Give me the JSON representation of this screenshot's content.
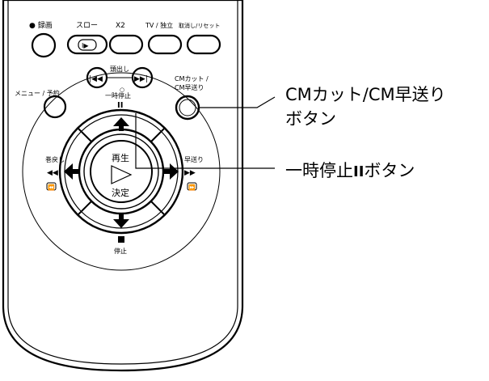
{
  "remote": {
    "top_buttons": [
      {
        "label": "● 録画"
      },
      {
        "label": "スロー"
      },
      {
        "label": "X2"
      },
      {
        "label": "TV / 独立"
      },
      {
        "label": "取消し/リセット"
      }
    ],
    "slow_icon": "I▶",
    "skip_label": "頭出し",
    "skip_prev_icon": "|◀◀",
    "skip_next_icon": "▶▶|",
    "menu_label": "メニュー / 予約",
    "pause_label": "一時停止",
    "pause_icon": "II",
    "small_circle": "○",
    "cm_label_line1": "CMカット /",
    "cm_label_line2": "CM早送り",
    "rewind_label": "巻戻し",
    "rewind_icon": "◀◀",
    "rewind_glyph": "⏪",
    "forward_label": "早送り",
    "forward_icon": "▶▶",
    "forward_glyph": "⏩",
    "play_label": "再生",
    "enter_label": "決定",
    "stop_label": "停止"
  },
  "callouts": {
    "cm_line1": "CMカット/CM早送り",
    "cm_line2": "ボタン",
    "pause_text": "一時停止",
    "pause_icon": "II",
    "pause_suffix": "ボタン"
  }
}
